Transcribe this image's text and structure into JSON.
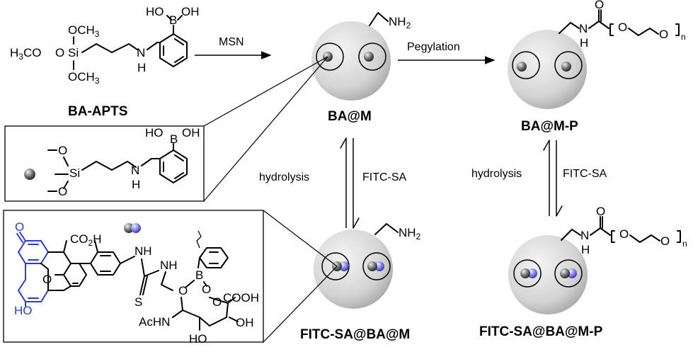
{
  "labels": {
    "ba_apts": "BA-APTS",
    "ba_m": "BA@M",
    "ba_m_p": "BA@M-P",
    "fitc_sa_ba_m": "FITC-SA@BA@M",
    "fitc_sa_ba_m_p": "FITC-SA@BA@M-P"
  },
  "steps": {
    "msn": "MSN",
    "pegylation": "Pegylation",
    "hydrolysis_left": "hydrolysis",
    "fitc_sa_left": "FITC-SA",
    "hydrolysis_right": "hydrolysis",
    "fitc_sa_right": "FITC-SA"
  },
  "atoms": {
    "ho": "HO",
    "b": "B",
    "oh": "OH",
    "och3": "OCH",
    "h3co": "H",
    "h3co_tail": "CO",
    "three": "3",
    "si": "Si",
    "o": "O",
    "n": "N",
    "h": "H",
    "nh2": "NH",
    "two": "2",
    "sub_n": "n",
    "co2h": "CO",
    "co2h_tail": "H",
    "nh": "NH",
    "s": "S",
    "cooh": "COOH",
    "achn": "AcHN"
  },
  "colors": {
    "fluorescein": "#2b3bd6",
    "sphere": "#d4d4d4",
    "boronic_bead": "#6f6f6f",
    "sialic_bead": "#8080ef"
  }
}
